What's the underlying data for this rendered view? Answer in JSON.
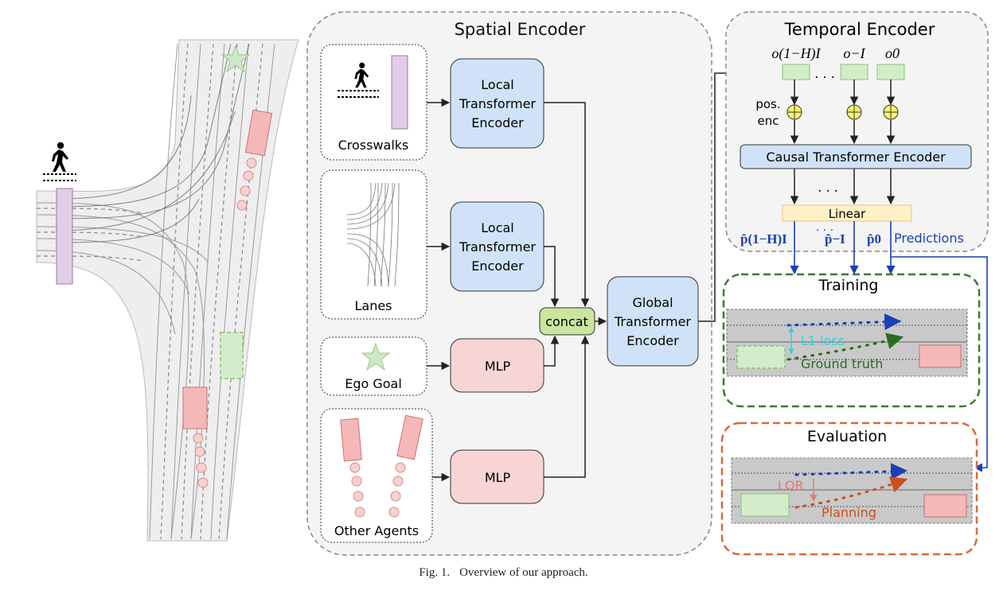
{
  "spatial_encoder": {
    "title": "Spatial Encoder",
    "inputs": {
      "crosswalks": "Crosswalks",
      "lanes": "Lanes",
      "ego_goal": "Ego Goal",
      "other_agents": "Other Agents"
    },
    "blocks": {
      "local_encoder_line1": "Local",
      "local_encoder_line2": "Transformer",
      "local_encoder_line3": "Encoder",
      "mlp": "MLP",
      "concat": "concat",
      "global_line1": "Global",
      "global_line2": "Transformer",
      "global_line3": "Encoder"
    }
  },
  "temporal_encoder": {
    "title": "Temporal Encoder",
    "obs_labels": [
      "o(1−H)I",
      "o−I",
      "o0"
    ],
    "ellipsis": ". . .",
    "pos_enc_line1": "pos.",
    "pos_enc_line2": "enc",
    "causal": "Causal Transformer Encoder",
    "linear": "Linear",
    "pred_labels": [
      "p̂(1−H)I",
      "p̂−I",
      "p̂0"
    ],
    "predictions": "Predictions"
  },
  "training": {
    "title": "Training",
    "l1_loss": "L1 loss",
    "ground_truth": "Ground truth"
  },
  "evaluation": {
    "title": "Evaluation",
    "lqr": "LQR",
    "planning": "Planning"
  },
  "caption": {
    "label": "Fig. 1.",
    "text": "Overview of our approach."
  },
  "colors": {
    "encoder_blue": "#cfe2f7",
    "mlp_pink": "#f8d5d5",
    "concat_green": "#c9e59f",
    "linear_yellow": "#fff1c6",
    "crosswalk_purple": "#e2cde6",
    "agent_pink": "#f5b8b8",
    "ego_green": "#d3ecc9",
    "pred_blue": "#1b3fb5",
    "training_green": "#3a7a2e",
    "evaluation_orange": "#d9683c",
    "l1_cyan": "#2fd3dc"
  },
  "icons": [
    "pedestrian-icon",
    "star-icon",
    "plus-circle-icon"
  ]
}
